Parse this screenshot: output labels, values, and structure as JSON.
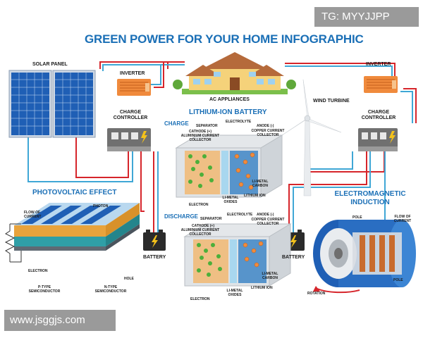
{
  "watermark_top": "TG: MYYJJPP",
  "watermark_bottom": "www.jsggjs.com",
  "title": "GREEN POWER FOR YOUR HOME INFOGRAPHIC",
  "labels": {
    "solar_panel": "SOLAR PANEL",
    "inverter_left": "INVERTER",
    "inverter_right": "INVERTER",
    "ac_appliances": "AC APPLIANCES",
    "wind_turbine": "WIND TURBINE",
    "charge_controller_left": "CHARGE CONTROLLER",
    "charge_controller_right": "CHARGE CONTROLLER",
    "battery_left": "BATTERY",
    "battery_right": "BATTERY",
    "lithium_ion_battery": "LITHIUM-ION BATTERY",
    "charge": "CHARGE",
    "discharge": "DISCHARGE",
    "photovoltaic_effect": "PHOTOVOLTAIC EFFECT",
    "electromagnetic_induction": "ELECTROMAGNETIC INDUCTION"
  },
  "pv": {
    "flow_of_current": "FLOW OF CURRENT",
    "photon": "PHOTON",
    "electron": "ELECTRON",
    "hole": "HOLE",
    "p_type": "P-TYPE SEMICONDUCTOR",
    "n_type": "N-TYPE SEMICONDUCTOR"
  },
  "li_charge": {
    "separator": "SEPARATOR",
    "electrolyte": "ELECTROLYTE",
    "cathode": "CATHODE (+)",
    "aluminium": "ALUMINIUM CURRENT COLLECTOR",
    "anode": "ANODE (-)",
    "copper": "COPPER CURRENT COLLECTOR",
    "li_metal_carbon": "LI-METAL CARBON",
    "li_metal_oxides": "LI-METAL OXIDES",
    "lithium_ion": "LITHIUM ION",
    "electron": "ELECTRON"
  },
  "li_discharge": {
    "separator": "SEPARATOR",
    "electrolyte": "ELECTROLYTE",
    "cathode": "CATHODE (+)",
    "aluminium": "ALUMINIUM CURRENT COLLECTOR",
    "anode": "ANODE (-)",
    "copper": "COPPER CURRENT COLLECTOR",
    "li_metal_carbon": "LI-METAL CARBON",
    "li_metal_oxides": "LI-METAL OXIDES",
    "lithium_ion": "LITHIUM ION",
    "electron": "ELECTRON"
  },
  "em": {
    "pole_top": "POLE",
    "pole_bottom": "POLE",
    "flow_of_current": "FLOW OF CURRENT",
    "rotation": "ROTATION"
  },
  "colors": {
    "title_blue": "#1a6fb6",
    "wire_red": "#d6252b",
    "wire_blue": "#3fa7d6",
    "panel_blue": "#1f5fb5",
    "inverter_orange": "#f08a3c",
    "controller_gray": "#6e6e6e",
    "battery_dark": "#2b2b2b",
    "battery_yellow": "#f4c21a"
  }
}
